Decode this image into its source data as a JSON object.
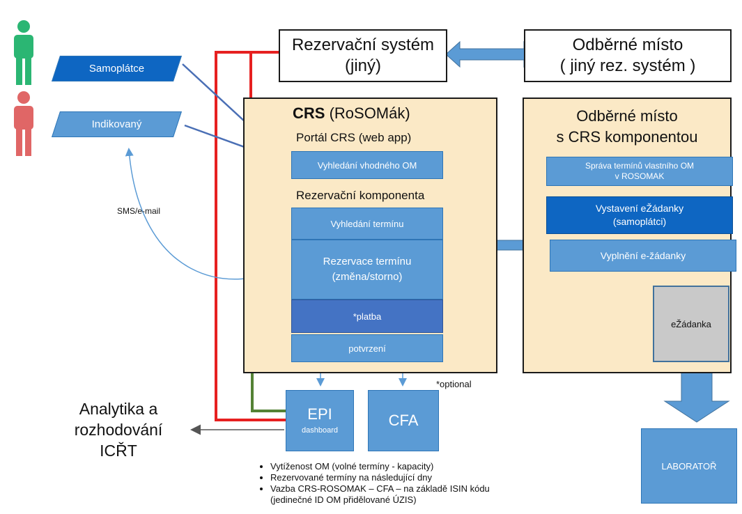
{
  "actors": [
    {
      "name": "Samoplátce",
      "color": "#0e66c2",
      "person_color": "#2bb673"
    },
    {
      "name": "Indikovaný",
      "color": "#5b9bd5",
      "person_color": "#e06666"
    }
  ],
  "top": {
    "rezervacni_system": "Rezervační systém\n(jiný)",
    "odberne_misto_jine": "Odběrné místo\n( jiný rez. systém )"
  },
  "crs": {
    "title_bold": "CRS",
    "title_rest": " (RoSOMák)",
    "portal": "Portál CRS (web app)",
    "vyhledani_om": "Vyhledání vhodného OM",
    "rez_komponenta": "Rezervační komponenta",
    "vyhledani_terminu": "Vyhledání termínu",
    "rezervace_terminu": "Rezervace termínu\n(změna/storno)",
    "platba": "*platba",
    "potvrzeni": "potvrzení",
    "optional": "*optional"
  },
  "om_crs": {
    "title": "Odběrné místo\ns CRS komponentou",
    "sprava": "Správa termínů vlastního OM\nv ROSOMAK",
    "vystaveni": "Vystavení eŽádanky\n(samoplátci)",
    "vyplneni": "Vyplnění e-žádanky",
    "ezadanka": "eŽádanka"
  },
  "sms": "SMS/e-mail",
  "epi": {
    "title": "EPI",
    "sub": "dashboard"
  },
  "cfa": "CFA",
  "analytika": "Analytika a\nrozhodování\nICŘT",
  "laborator": "LABORATOŘ",
  "notes": [
    "Vytíženost OM (volné termíny - kapacity)",
    "Rezervované termíny na následující dny",
    "Vazba CRS-ROSOMAK – CFA – na základě ISIN kódu (jedinečné ID OM přidělované ÚZIS)"
  ],
  "colors": {
    "red_line": "#e62020",
    "green_line": "#548235",
    "frame_fill": "#fbe9c6",
    "box_blue": "#5b9bd5",
    "box_dark": "#0e66c2",
    "box_mid": "#4473c4"
  }
}
